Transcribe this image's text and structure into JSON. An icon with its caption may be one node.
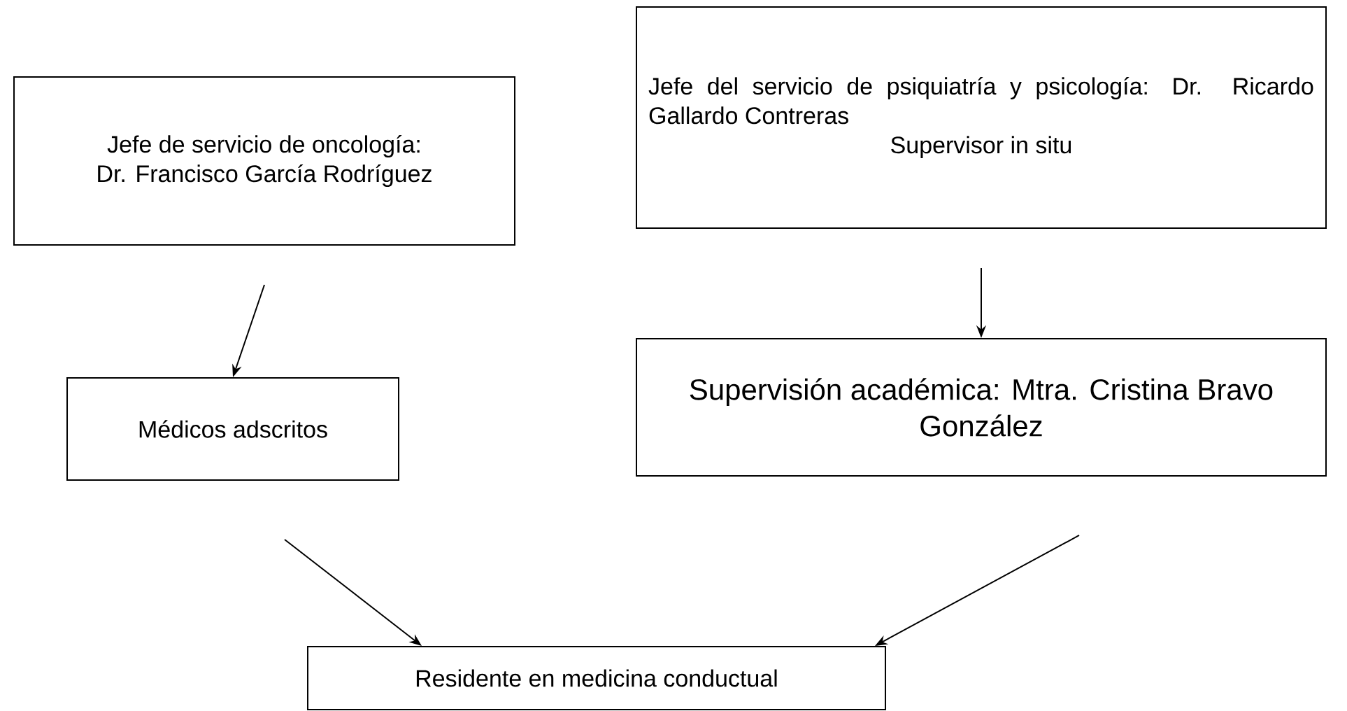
{
  "diagram": {
    "nodes": [
      {
        "text": [
          "Jefe de servicio de oncología: Dr. Francisco García Rodríguez"
        ]
      },
      {
        "text": [
          "Jefe del servicio de psiquiatría y psicología: Dr. Ricardo Gallardo Contreras",
          "Supervisor in situ"
        ]
      },
      {
        "text": [
          "Médicos adscritos"
        ]
      },
      {
        "text": [
          "Supervisión académica: Mtra. Cristina Bravo González"
        ]
      },
      {
        "text": [
          "Residente en medicina conductual"
        ]
      }
    ],
    "edges": [
      {
        "from": 0,
        "to": 2,
        "arrow": "to"
      },
      {
        "from": 1,
        "to": 3,
        "arrow": "to"
      },
      {
        "from": 2,
        "to": 4,
        "arrow": "to"
      },
      {
        "from": 3,
        "to": 4,
        "arrow": "to"
      }
    ]
  }
}
